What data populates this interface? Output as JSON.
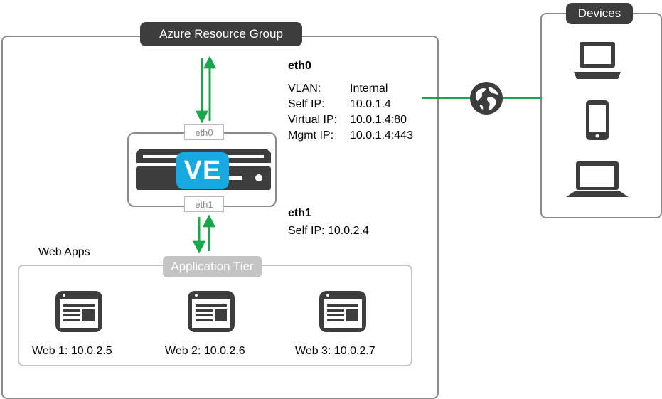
{
  "resource_group": {
    "title": "Azure Resource Group"
  },
  "devices": {
    "title": "Devices",
    "icons": [
      "laptop-icon",
      "phone-icon",
      "laptop-icon"
    ]
  },
  "ve": {
    "label": "VE",
    "eth0_port": "eth0",
    "eth1_port": "eth1"
  },
  "eth0": {
    "heading": "eth0",
    "rows": [
      {
        "key": "VLAN:",
        "value": "Internal"
      },
      {
        "key": "Self IP:",
        "value": "10.0.1.4"
      },
      {
        "key": "Virtual IP:",
        "value": "10.0.1.4:80"
      },
      {
        "key": "Mgmt IP:",
        "value": "10.0.1.4:443"
      }
    ]
  },
  "eth1": {
    "heading": "eth1",
    "self_ip": "Self IP: 10.0.2.4"
  },
  "web_apps": {
    "caption": "Web Apps",
    "tier_title": "Application Tier",
    "servers": [
      {
        "label": "Web 1: 10.0.2.5"
      },
      {
        "label": "Web 2: 10.0.2.6"
      },
      {
        "label": "Web 3: 10.0.2.7"
      }
    ]
  },
  "colors": {
    "arrow": "#1aa64a",
    "ve_badge": "#19a9e1",
    "dark": "#3d3d3d",
    "border": "#8a8a8a"
  }
}
